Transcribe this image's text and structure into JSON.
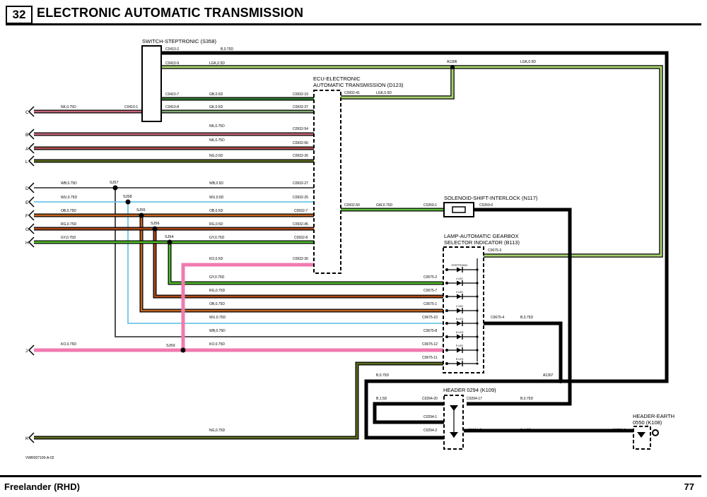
{
  "header": {
    "section_number": "32",
    "title": "ELECTRONIC AUTOMATIC TRANSMISSION"
  },
  "footer": {
    "model": "Freelander (RHD)",
    "page": "77"
  },
  "diagram_code": "VWR007100-A-02",
  "colors": {
    "B": "#000000",
    "LGK": "#a6d16f",
    "GB": "#2f7d2f",
    "GK": "#7faa73",
    "NK": "#c9667a",
    "NG": "#5c6e1e",
    "WB": "#222222",
    "WU": "#6cc6e8",
    "OB": "#c46420",
    "RG": "#b04a18",
    "GY": "#4fbf2a",
    "KO": "#f07ab0",
    "GW": "#5cbf3a"
  },
  "components": {
    "switch": "SWITCH-STEPTRONIC (S358)",
    "ecu_line1": "ECU-ELECTRONIC",
    "ecu_line2": "AUTOMATIC TRANSMISSION (D123)",
    "solenoid": "SOLENOID-SHIFT-INTERLOCK (N117)",
    "lamp_line1": "LAMP-AUTOMATIC GEARBOX",
    "lamp_line2": "SELECTOR INDICATOR (B113)",
    "header_0294": "HEADER 0294 (K109)",
    "header_earth_line1": "HEADER-EARTH",
    "header_earth_line2": "0550 (K108)"
  },
  "lamp_leds": [
    "STEPTRONIC",
    "4 LED",
    "3 LED",
    "2 LED",
    "N LED",
    "D LED",
    "P LED",
    "R LED"
  ],
  "edge_letters": [
    "C",
    "B",
    "A",
    "L",
    "D",
    "E",
    "F",
    "G",
    "H",
    "J",
    "K"
  ],
  "splices": [
    "SJ57",
    "SJ58",
    "SJ55",
    "SJ56",
    "SJ54",
    "SJ59"
  ],
  "labels": {
    "sw_c2": "C0410-2",
    "sw_b075": "B,0.75D",
    "sw_c9": "C0410-9",
    "sw_lgk": "LGK,0.5D",
    "a1306": "A1306",
    "lgk_right": "LGK,0.5D",
    "sw_c7": "C0410-7",
    "sw_gb": "GB,0.5D",
    "ecu_c19": "C0932-19",
    "ecu_c41": "C0932-41",
    "ecu_lgk": "LGK,0.5D",
    "sw_c8": "C0410-8",
    "sw_gk": "GK,0.5D",
    "ecu_c37": "C0932-37",
    "c_nk": "NK,0.75D",
    "sw_c1": "C0410-1",
    "b_nk": "NK,0.75D",
    "ecu_c54": "C0932-54",
    "a_nk": "NK,0.75D",
    "ecu_c56": "C0932-56",
    "l_ng": "NG,0.5D",
    "ecu_c26": "C0932-26",
    "d_wb": "WB,0.75D",
    "ecu_wb": "WB,0.5D",
    "ecu_c27": "C0932-27",
    "e_wu": "WU,0.75D",
    "ecu_wu": "WU,0.5D",
    "ecu_c25": "C0932-25",
    "f_ob": "OB,0.75D",
    "ecu_ob": "OB,0.5D",
    "ecu_c7": "C0932-7",
    "g_rg": "RG,0.75D",
    "ecu_rg": "RG,0.5D",
    "ecu_c45": "C0932-45",
    "h_gy": "GY,0.75D",
    "ecu_gy": "GY,0.75D",
    "ecu_c8": "C0932-8",
    "ecu_c50": "C0932-50",
    "gw": "GW,0.75D",
    "sol_c1": "C0269-1",
    "sol_c0": "C0269-0",
    "ko_05": "KO,0.5D",
    "ecu_c30": "C0932-30",
    "lamp_c3": "C0675-3",
    "l_gy": "GY,0.75D",
    "l_c2": "C0675-2",
    "l_rg": "RG,0.75D",
    "l_c7": "C0675-7",
    "l_ob": "OB,0.75D",
    "l_c1": "C0675-1",
    "l_wu": "WU,0.75D",
    "l_c10": "C0675-10",
    "l_c4": "C0675-4",
    "l_b075": "B,0.75D",
    "l_wb": "WB,0.75D",
    "l_c8": "C0675-8",
    "j_ko": "KO,0.75D",
    "sj59_ko": "KO,0.75D",
    "l_c12": "C0675-12",
    "l_c11": "C0675-11",
    "b075_a": "B,0.75D",
    "a1307": "A1307",
    "b15": "B,1.5D",
    "h_c20": "C0294-20",
    "h_c17": "C0294-17",
    "h_b075": "B,0.75D",
    "h_c1": "C0294-1",
    "k_ng": "NG,0.75D",
    "h_c2": "C0294-2",
    "h_c5": "C0294-5",
    "h_b15": "B,1.5D",
    "e_c3": "C0550-3"
  }
}
